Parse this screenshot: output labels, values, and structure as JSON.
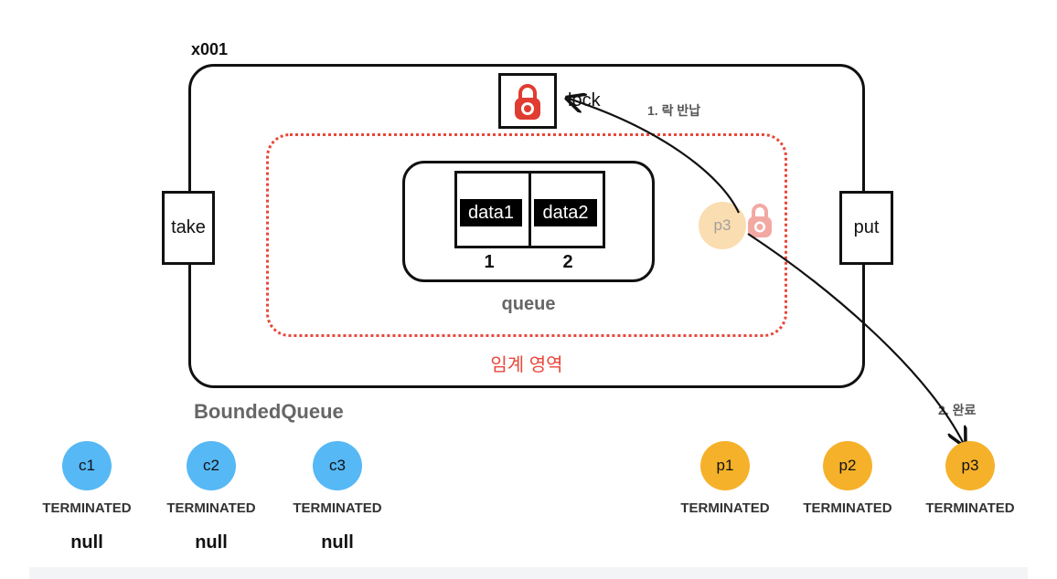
{
  "bounded_queue": {
    "object_id": "x001",
    "container_label": "BoundedQueue",
    "take_label": "take",
    "put_label": "put",
    "lock_label": "lock",
    "critical_section_label": "임계 영역",
    "queue_label": "queue",
    "slots": [
      {
        "data": "data1",
        "index": "1"
      },
      {
        "data": "data2",
        "index": "2"
      }
    ]
  },
  "steps": {
    "return_lock": "1. 락 반납",
    "complete": "2. 완료"
  },
  "moving_thread": {
    "name": "p3"
  },
  "consumers": [
    {
      "name": "c1",
      "state": "TERMINATED",
      "result": "null"
    },
    {
      "name": "c2",
      "state": "TERMINATED",
      "result": "null"
    },
    {
      "name": "c3",
      "state": "TERMINATED",
      "result": "null"
    }
  ],
  "producers": [
    {
      "name": "p1",
      "state": "TERMINATED"
    },
    {
      "name": "p2",
      "state": "TERMINATED"
    },
    {
      "name": "p3",
      "state": "TERMINATED"
    }
  ],
  "colors": {
    "lock_red": "#e03c31",
    "critical_red": "#e8473a",
    "consumer_blue": "#56b8f5",
    "producer_orange": "#f5b12a"
  },
  "icons": {
    "lock": "padlock-icon",
    "ghost_lock": "padlock-icon"
  }
}
